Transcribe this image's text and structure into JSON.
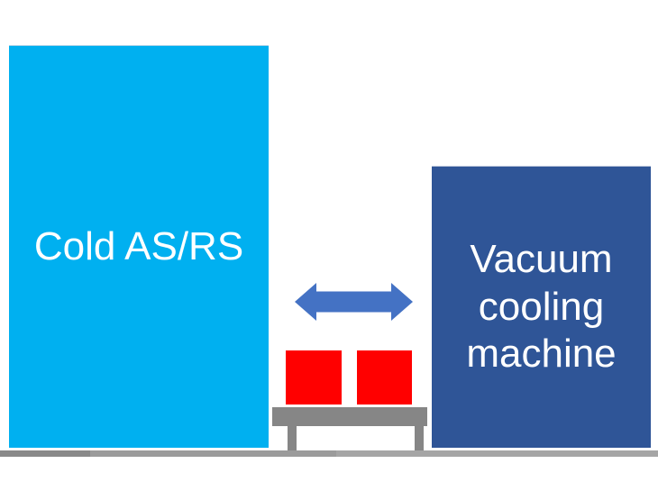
{
  "canvas": {
    "background": "#FFFFFF"
  },
  "blocks": {
    "cold_asrs": {
      "label": "Cold AS/RS",
      "fill": "#00B0F0",
      "text_color": "#FFFFFF"
    },
    "vacuum_cooling": {
      "lines": [
        "Vacuum",
        "cooling",
        "machine"
      ],
      "fill": "#2F5597",
      "text_color": "#FFFFFF"
    }
  },
  "transfer_arrow": {
    "type": "double-headed-horizontal",
    "fill": "#4472C4"
  },
  "pallets": {
    "count": 2,
    "fill": "#FF0000"
  },
  "cart": {
    "fill": "#868686"
  },
  "ground": {
    "segments": [
      {
        "fill": "#898989"
      },
      {
        "fill": "#9B9B9B"
      },
      {
        "fill": "#A5A5A5"
      }
    ]
  }
}
